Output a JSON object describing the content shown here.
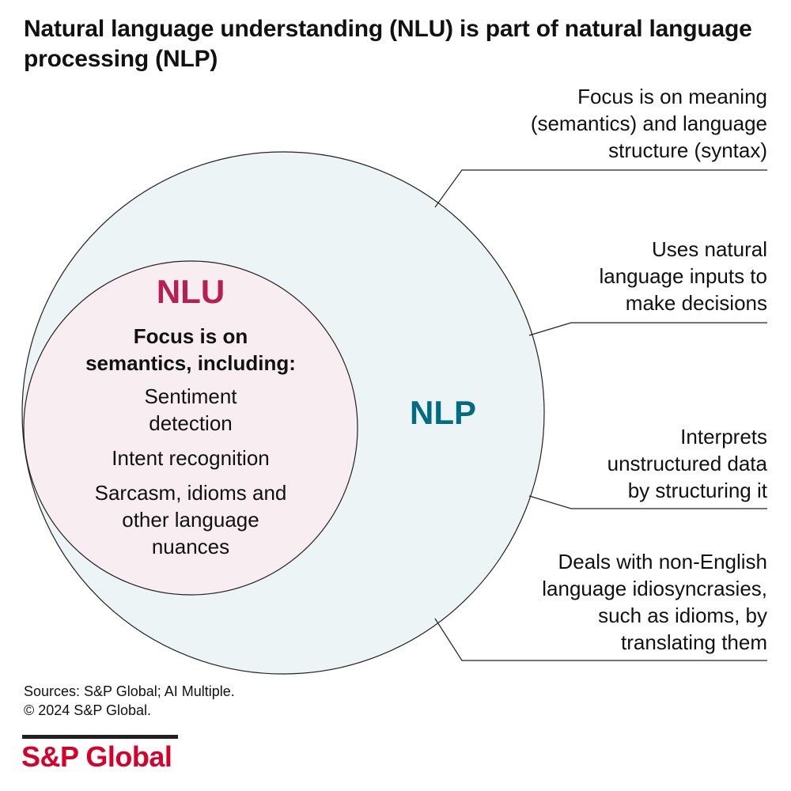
{
  "title": "Natural language understanding (NLU) is part of natural language processing (NLP)",
  "colors": {
    "nlu": "#b81e50",
    "nlp": "#006b82",
    "nlp_fill": "#ecf4f5",
    "nlu_fill": "#f8eef2",
    "brand": "#d6002a"
  },
  "nlu": {
    "label": "NLU",
    "heading_1": "Focus is on",
    "heading_2": "semantics, including:",
    "items": [
      "Sentiment",
      "detection",
      "Intent recognition",
      "Sarcasm, idioms and",
      "other language",
      "nuances"
    ]
  },
  "nlp": {
    "label": "NLP",
    "notes": [
      [
        "Focus is on meaning",
        "(semantics) and language",
        "structure (syntax)"
      ],
      [
        "Uses natural",
        "language inputs to",
        "make decisions"
      ],
      [
        "Interprets",
        "unstructured data",
        "by structuring it"
      ],
      [
        "Deals with non-English",
        "language idiosyncrasies,",
        "such as idioms, by",
        "translating them"
      ]
    ]
  },
  "footer": {
    "sources": "Sources: S&P Global; AI Multiple.",
    "copyright": "© 2024 S&P Global.",
    "logo": "S&P Global"
  }
}
